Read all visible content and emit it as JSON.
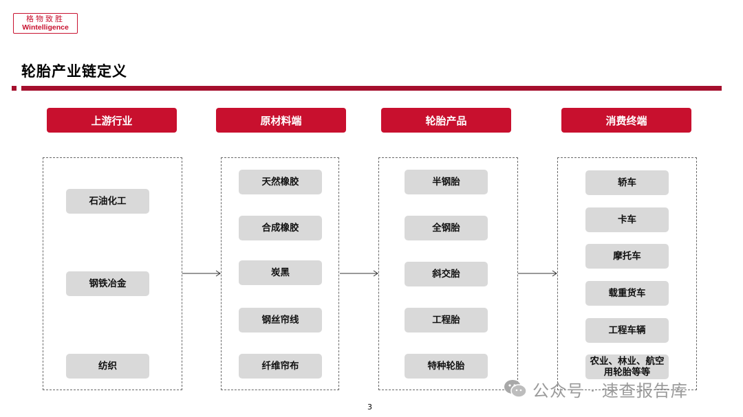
{
  "logo": {
    "cn": "格物致胜",
    "en": "Wintelligence"
  },
  "title": "轮胎产业链定义",
  "columns": [
    {
      "header": "上游行业",
      "items": [
        "石油化工",
        "钢铁冶金",
        "纺织"
      ]
    },
    {
      "header": "原材料端",
      "items": [
        "天然橡胶",
        "合成橡胶",
        "炭黑",
        "钢丝帘线",
        "纤维帘布"
      ]
    },
    {
      "header": "轮胎产品",
      "items": [
        "半钢胎",
        "全钢胎",
        "斜交胎",
        "工程胎",
        "特种轮胎"
      ]
    },
    {
      "header": "消费终端",
      "items": [
        "轿车",
        "卡车",
        "摩托车",
        "载重货车",
        "工程车辆",
        "农业、林业、航空用轮胎等等"
      ]
    }
  ],
  "watermark": "公众号 · 速查报告库",
  "page_number": "3",
  "colors": {
    "accent": "#c8102e",
    "rule": "#a50f2d",
    "item_bg": "#d9d9d9"
  }
}
